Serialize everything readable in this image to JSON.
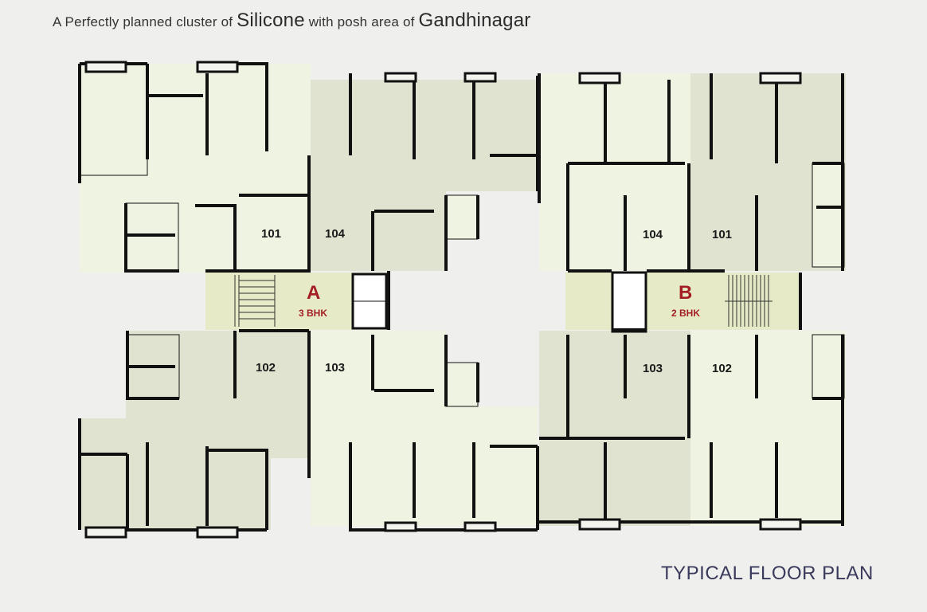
{
  "header": {
    "part1": "A Perfectly planned cluster of ",
    "brand": "Silicone",
    "part2": " with posh area of ",
    "place": "Gandhinagar"
  },
  "footer": {
    "title": "TYPICAL FLOOR PLAN"
  },
  "towers": [
    {
      "letter": "A",
      "type": "3 BHK",
      "units": [
        "101",
        "104",
        "102",
        "103"
      ]
    },
    {
      "letter": "B",
      "type": "2 BHK",
      "units": [
        "104",
        "101",
        "103",
        "102"
      ]
    }
  ],
  "colors": {
    "light_unit": "#eef3e2",
    "dark_unit": "#dfe3cf",
    "wall": "#111111",
    "lobby": "#e6eac6",
    "accent": "#a31f25"
  }
}
